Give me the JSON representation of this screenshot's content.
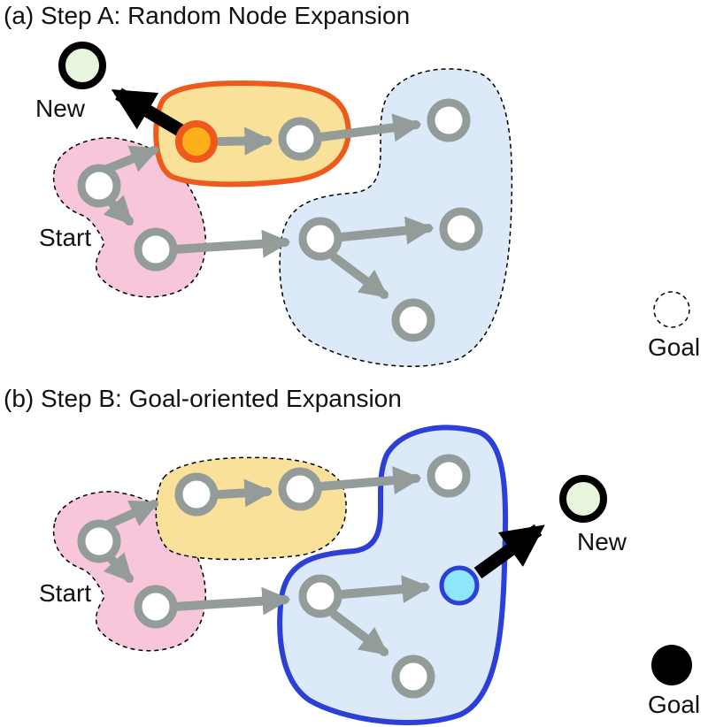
{
  "panel_a": {
    "title": "(a) Step A: Random Node Expansion",
    "label_new": "New",
    "label_start": "Start",
    "label_goal": "Goal"
  },
  "panel_b": {
    "title": "(b) Step B: Goal-oriented Expansion",
    "label_new": "New",
    "label_start": "Start",
    "label_goal": "Goal"
  },
  "colors": {
    "region_start": "#f7c6da",
    "region_mid": "#fae199",
    "region_right": "#dce9f8",
    "highlight_orange": "#ee5a1b",
    "highlight_blue": "#2c3fd6",
    "node_orange_fill": "#fbb019",
    "node_cyan_fill": "#8fe6fb",
    "node_new_fill": "#e6f5dc",
    "edge_gray": "#939c98"
  }
}
